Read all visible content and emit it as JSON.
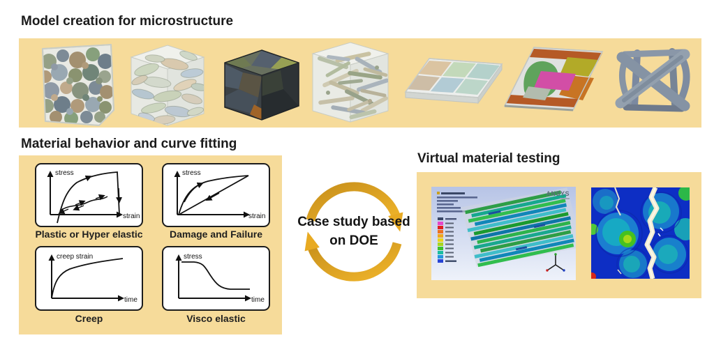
{
  "colors": {
    "banner": "#F6DB9A",
    "arrow": "#E2A21E",
    "title": "#1B1B1B",
    "heatmap_base": "#0D2EC4",
    "crack": "#F1EAD0"
  },
  "model_creation": {
    "title": "Model creation for microstructure",
    "models": [
      "particle-reinforced-cube",
      "flake-reinforced-cube",
      "polycrystal-voronoi-cube",
      "fiber-reinforced-cube",
      "woven-composite-plate",
      "laminate-unit-cell-plate",
      "lattice-structure"
    ]
  },
  "material_behavior": {
    "title": "Material behavior and curve fitting",
    "cards": [
      {
        "label": "Plastic or Hyper elastic",
        "y_label": "stress",
        "x_label": "strain",
        "curve": "hysteresis-loading-unloading"
      },
      {
        "label": "Damage and Failure",
        "y_label": "stress",
        "x_label": "strain",
        "curve": "loading-with-damage-return"
      },
      {
        "label": "Creep",
        "y_label": "creep strain",
        "x_label": "time",
        "curve": "concave-increasing"
      },
      {
        "label": "Visco elastic",
        "y_label": "stress",
        "x_label": "time",
        "curve": "sigmoidal-relaxation"
      }
    ]
  },
  "case_study": {
    "line1": "Case study based",
    "line2": "on DOE"
  },
  "virtual_testing": {
    "title": "Virtual material testing",
    "ansys_label": "ANSYS",
    "images": [
      "ansys-fiber-simulation-screenshot",
      "stress-heatmap-with-crack"
    ]
  }
}
